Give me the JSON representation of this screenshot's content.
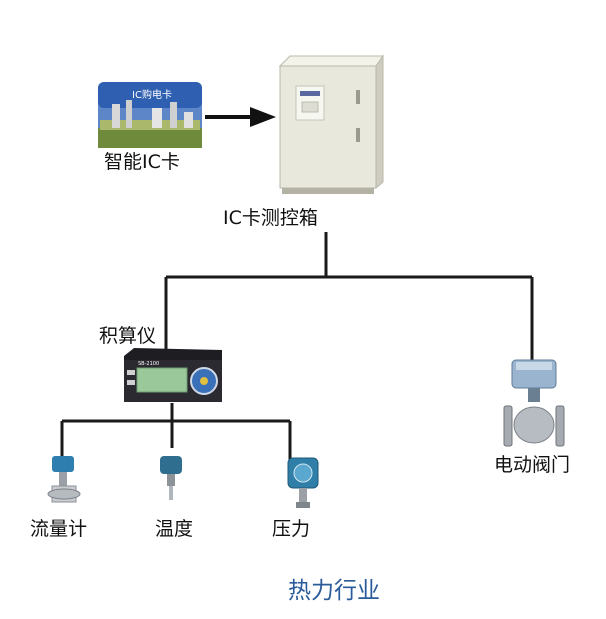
{
  "labels": {
    "card": "智能IC卡",
    "cabinet": "IC卡测控箱",
    "integrator": "积算仪",
    "flowmeter": "流量计",
    "temperature": "温度",
    "pressure": "压力",
    "valve": "电动阀门"
  },
  "card_text": "IC购电卡",
  "integrator_model": "SB-2100",
  "caption": "热力行业",
  "colors": {
    "line": "#1a1a1a",
    "cabinet": "#e9e8dc",
    "caption": "#2a5b9a"
  }
}
